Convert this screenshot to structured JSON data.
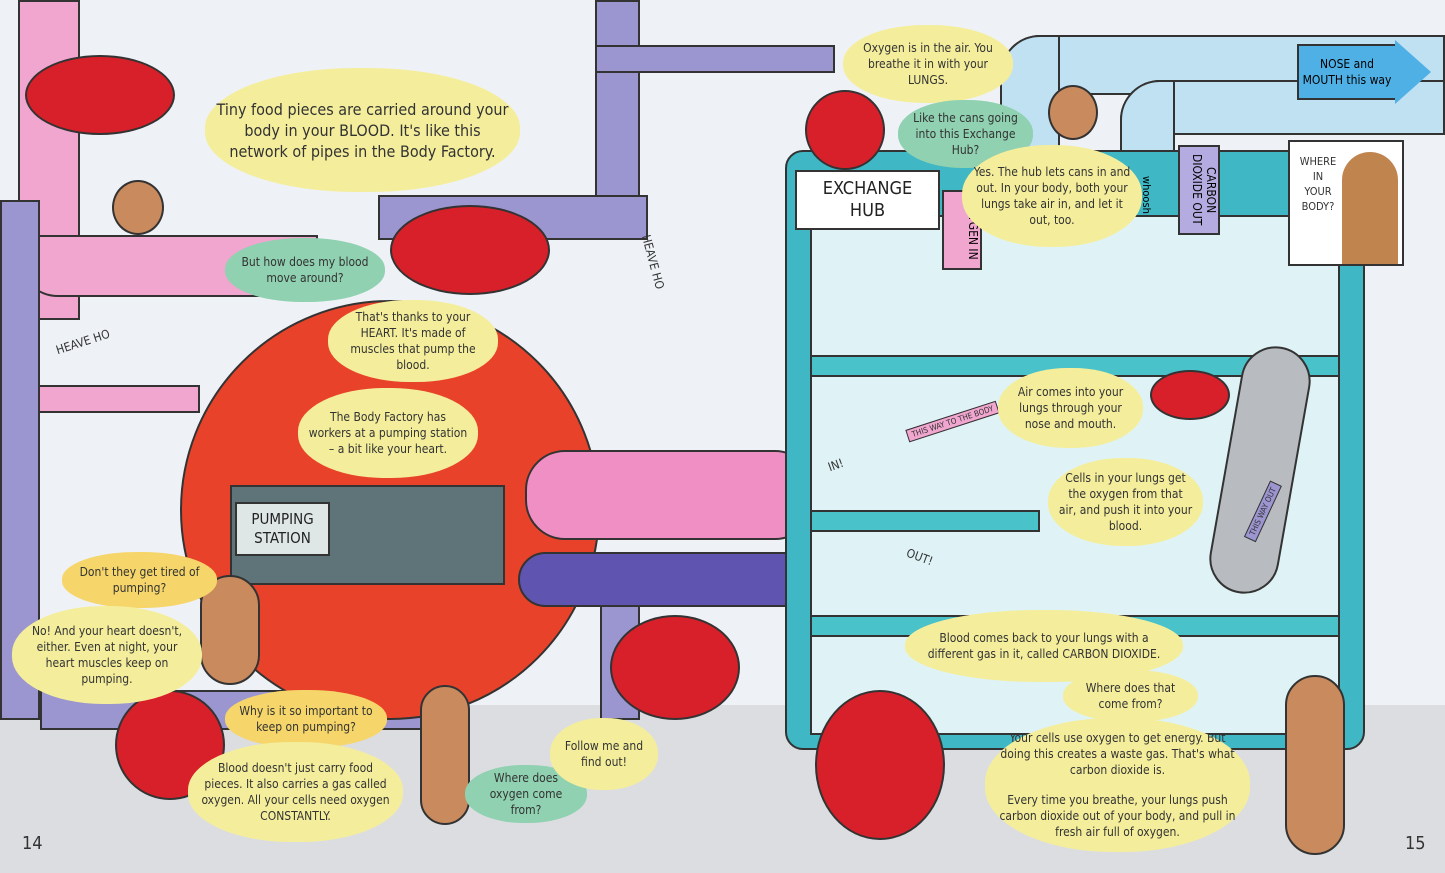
{
  "left_page": {
    "page_number": "14",
    "bubbles": [
      "Tiny food pieces are carried around your body in your BLOOD. It's like this network of pipes in the Body Factory.",
      "But how does my blood move around?",
      "That's thanks to your HEART. It's made of muscles that pump the blood.",
      "The Body Factory has workers at a pumping station – a bit like your heart.",
      "Don't they get tired of pumping?",
      "No! And your heart doesn't, either. Even at night, your heart muscles keep on pumping.",
      "Why is it so important to keep on pumping?",
      "Blood doesn't just carry food pieces. It also carries a gas called oxygen. All your cells need oxygen CONSTANTLY.",
      "Where does oxygen come from?",
      "Follow me and find out!"
    ],
    "labels": {
      "pumping_station": "PUMPING STATION",
      "heave_ho_1": "HEAVE HO",
      "heave_ho_2": "HEAVE HO",
      "in": "IN!",
      "out": "OUT!"
    }
  },
  "right_page": {
    "page_number": "15",
    "bubbles": [
      "Oxygen is in the air. You breathe it in with your LUNGS.",
      "Like the cans going into this Exchange Hub?",
      "Yes. The hub lets cans in and out. In your body, both your lungs take air in, and let it out, too.",
      "Air comes into your lungs through your nose and mouth.",
      "Cells in your lungs get the oxygen from that air, and push it into your blood.",
      "Blood comes back to your lungs with a different gas in it, called CARBON DIOXIDE.",
      "Where does that come from?",
      "Your cells use oxygen to get energy. But doing this creates a waste gas. That's what carbon dioxide is.",
      "Every time you breathe, your lungs push carbon dioxide out of your body, and pull in fresh air full of oxygen."
    ],
    "labels": {
      "exchange_hub": "EXCHANGE HUB",
      "oxygen_in": "OXYGEN IN",
      "carbon_dioxide_out": "CARBON DIOXIDE OUT",
      "nose_mouth": "NOSE and MOUTH this way",
      "where_body": "WHERE IN YOUR BODY?",
      "whoosh": "whoosh",
      "this_way_body": "THIS WAY TO THE BODY",
      "this_way_out": "THIS WAY OUT"
    }
  },
  "colors": {
    "speech_yellow": "#f4ee9c",
    "speech_green": "#8fd1b0",
    "heart_red": "#e8432a",
    "hub_teal": "#3fb7c4",
    "owl_red": "#d8202a"
  }
}
